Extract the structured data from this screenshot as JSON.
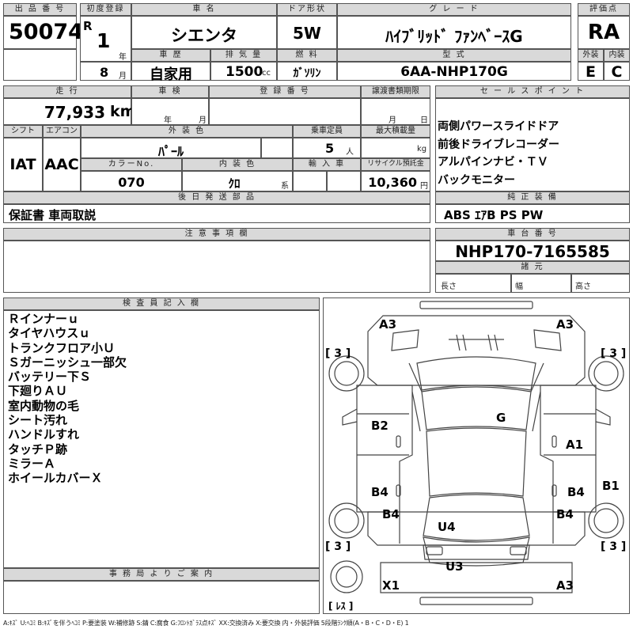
{
  "header": {
    "lot_label": "出 品 番 号",
    "lot_number": "50074",
    "first_reg_label": "初度登録",
    "era": "R",
    "year": "1",
    "year_unit": "年",
    "month": "8",
    "month_unit": "月",
    "model_label": "車 名",
    "model": "シエンタ",
    "door_label": "ドア形状",
    "door": "5W",
    "grade_label": "グ レ ー ド",
    "grade": "ﾊｲﾌﾞﾘｯﾄﾞ ﾌｧﾝﾍﾞｰｽG",
    "score_label": "評価点",
    "score": "RA",
    "history_label": "車 歴",
    "history": "自家用",
    "displacement_label": "排 気 量",
    "displacement": "1500",
    "displacement_unit": "cc",
    "fuel_label": "燃 料",
    "fuel": "ｶﾞｿﾘﾝ",
    "type_label": "型 式",
    "type_code": "6AA-NHP170G",
    "exterior_label": "外装",
    "exterior": "E",
    "interior_label": "内装",
    "interior": "C"
  },
  "details": {
    "mileage_label": "走 行",
    "mileage": "77,933",
    "mileage_unit": "km",
    "inspection_label": "車 検",
    "year_unit": "年",
    "month_unit": "月",
    "plate_label": "登 録 番 号",
    "transfer_label": "譲渡書類期限",
    "day_unit": "日",
    "shift_label": "シフト",
    "shift": "IAT",
    "ac_label": "エアコン",
    "ac": "AAC",
    "ext_color_label": "外 装 色",
    "ext_color": "ﾊﾟｰﾙ",
    "capacity_label": "乗車定員",
    "capacity": "5",
    "capacity_unit": "人",
    "max_load_label": "最大積載量",
    "max_load_unit": "kg",
    "color_no_label": "カラーNo.",
    "color_no": "070",
    "int_color_label": "内 装 色",
    "int_color": "ｸﾛ",
    "int_color_unit": "系",
    "import_label": "輸 入 車",
    "recycle_label": "リサイクル預託金",
    "recycle": "10,360",
    "recycle_unit": "円",
    "later_label": "後 日 発 送 部 品",
    "later": "保証書 車両取説"
  },
  "sales": {
    "label": "セ ー ル ス ポ イ ン ト",
    "points": [
      "両側パワースライドドア",
      "前後ドライブレコーダー",
      "アルパインナビ・ＴＶ",
      "バックモニター"
    ],
    "equip_label": "純 正 装 備",
    "equipment": "ABS ｴｱB PS PW"
  },
  "caution": {
    "label": "注 意 事 項 欄"
  },
  "chassis": {
    "label": "車 台 番 号",
    "number": "NHP170-7165585",
    "spec_label": "諸 元",
    "length_label": "長さ",
    "width_label": "幅",
    "height_label": "高さ"
  },
  "inspector": {
    "label": "検 査 員 記 入 欄",
    "notes": [
      "Ｒインナーｕ",
      "タイヤハウスｕ",
      "トランクフロア小Ｕ",
      "Ｓガーニッシュ一部欠",
      "バッテリー下Ｓ",
      "下廻りＡＵ",
      "室内動物の毛",
      "シート汚れ",
      "ハンドルすれ",
      "タッチＰ跡",
      "ミラーＡ",
      "ホイールカバーＸ"
    ]
  },
  "office": {
    "label": "事 務 局 よ り ご 案 内"
  },
  "diagram": {
    "marks": [
      "A3",
      "A3",
      "G",
      "B2",
      "A1",
      "B4",
      "B4",
      "B1",
      "B4",
      "B4",
      "U4",
      "U3",
      "X1",
      "A3"
    ],
    "tire_marks": [
      "[ 3 ]",
      "[ 3 ]",
      "[ 3 ]",
      "[ 3 ]"
    ],
    "spare_label": "[ ﾚｽ ]"
  },
  "legend": "A:ｷｽﾞ U:ﾍｺﾐ B:ｷｽﾞを伴うﾍｺﾐ P:要塗装 W:補修跡 S:錆 C:腐食 G:ﾌﾛﾝﾄｶﾞﾗｽ点ｷｽﾞ XX:交換済み X:要交換 内・外装評価 5段階ﾗﾝｸ順(A・B・C・D・E) 1"
}
